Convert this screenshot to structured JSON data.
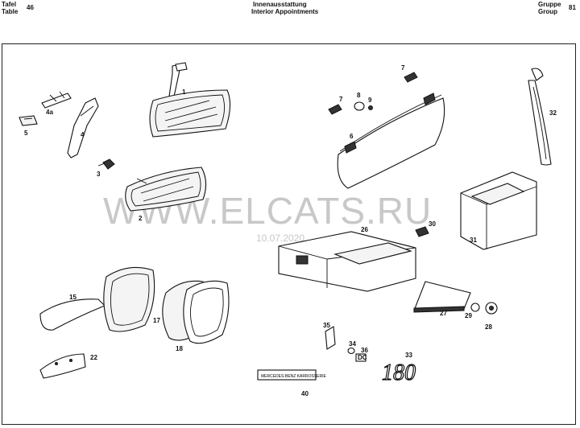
{
  "header": {
    "table_de": "Tafel",
    "table_en": "Table",
    "table_no": "46",
    "title_de": "Innenausstattung",
    "title_en": "Interior Appointments",
    "group_de": "Gruppe",
    "group_en": "Group",
    "group_no": "81"
  },
  "watermark": {
    "site": "WWW.ELCATS.RU",
    "date": "10.07.2020"
  },
  "plate_text": "MERCEDES-BENZ KARROSSERIE",
  "emblem_text": "180",
  "badge_text": "DC",
  "callouts": [
    "1",
    "2",
    "3",
    "4",
    "4a",
    "5",
    "6",
    "7",
    "7",
    "8",
    "9",
    "15",
    "17",
    "18",
    "22",
    "26",
    "27",
    "28",
    "29",
    "30",
    "31",
    "32",
    "33",
    "34",
    "35",
    "36",
    "40"
  ]
}
